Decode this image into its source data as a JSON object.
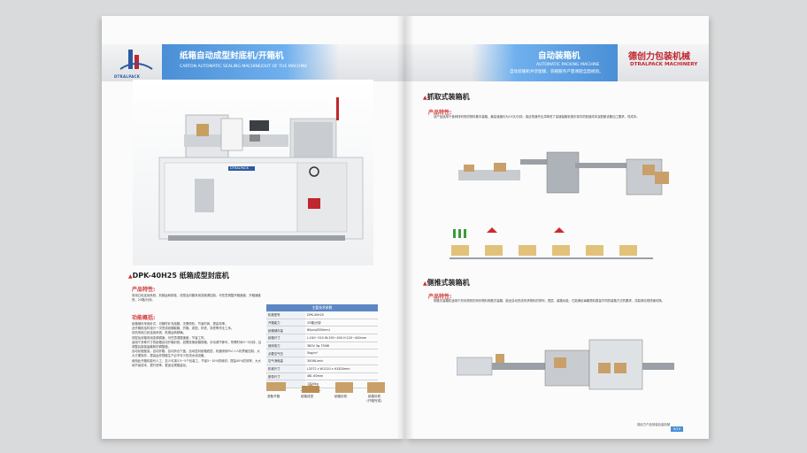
{
  "left_page": {
    "logo_text": "DTRALPACK",
    "title_cn": "纸箱自动成型封底机/开箱机",
    "title_en": "CARTON AUTOMATIC SEALING MACHINE/OUT OF THE MACHINE",
    "machine_brand": "DTRALPACK",
    "section_title": "DPK-40H25 纸箱成型封底机",
    "features_label": "产品特性:",
    "features_text": "采用凸轮连续系统，机械运转精准，成型及封箱采用变频调控制，可任意调整开箱速度，开箱速度快，25箱/分钟。",
    "advantages_label": "功能概括:",
    "advantages": [
      "纸箱储存采用卧式，可随时补充纸箱，无需停机，节省时间，提高效率。",
      "此开箱机结构设计一次完成纸箱取箱、开箱、成型、折底、封底等作业工序。",
      "设机采用凸轮连续系统，机械运转精确。",
      "成型及封箱采用变频调速，可任意调整速度，节省工时。",
      "适用于多种尺寸的纸箱自动开箱封底，如需变换纸箱规格，手动调节即可，所需时间3~5分钟，且调整后能保留最新的调整值。",
      "自动化程度高，自动开箱，自动折合下盖，自动密封纸箱底层，机器采用PLC+人机界面控制，大大方便操作，提高运作规模生产必不可少的流水线设备。",
      "使用此开箱机能代人工，至少可减少3~5个包装工，节省5~10%的耗材，提高40%的效率，大大地节省成本，提升效率，更适合规模量化。"
    ],
    "spec_header": "主要技术参数",
    "specs": [
      {
        "k": "机械型号",
        "v": "DPK-40H25"
      },
      {
        "k": "开箱能力",
        "v": "25箱/分钟"
      },
      {
        "k": "纸箱储存量",
        "v": "80pcs(800mm)"
      },
      {
        "k": "纸箱尺寸",
        "v": "L:240~510 W:190~400 H:120~400mm"
      },
      {
        "k": "使用电力",
        "v": "380V  3φ  750W"
      },
      {
        "k": "必要空气压",
        "v": "5kg/m²"
      },
      {
        "k": "空气消耗量",
        "v": "300NL/min"
      },
      {
        "k": "机械尺寸",
        "v": "L3372 x W1210 x H1820mm"
      },
      {
        "k": "胶带尺寸",
        "v": "48L  60mm"
      },
      {
        "k": "机器重量",
        "v": "1300kg"
      }
    ],
    "process_steps": [
      "准备开箱",
      "纸箱成型",
      "纸箱封底",
      "纸箱封底\n(开箱完成)"
    ]
  },
  "right_page": {
    "title_cn": "自动装箱机",
    "title_en": "AUTOMATIC PACKING MACHINE",
    "subtitle": "自动装箱机共享图版、装箱服务产量课题全面规划。",
    "brand_cn": "德创力包装机械",
    "brand_en": "DTRALPACK MACHINERY",
    "section1_title": "抓取式装箱机",
    "section1_label": "产品特性:",
    "section1_text": "该产品适用于各种排列的的物料集中装箱，最高速度约为15次/分钟，保证快速作业并降低了高速装箱机械手零件的制造成本及配套设备加工要求，低成本。",
    "section2_title": "侧推式装箱机",
    "section2_label": "产品特性:",
    "section2_text": "侧推式装箱机适用于形状规则的块状物料侧推式装箱，能全自动完成块状物料的排列、叠层、装箱功能，它能满足每箱物料数量不同的装箱方式的要求，并能够实现快速切换。",
    "footnote": "德创力产品快装包装机械",
    "page_number": "9/10"
  }
}
